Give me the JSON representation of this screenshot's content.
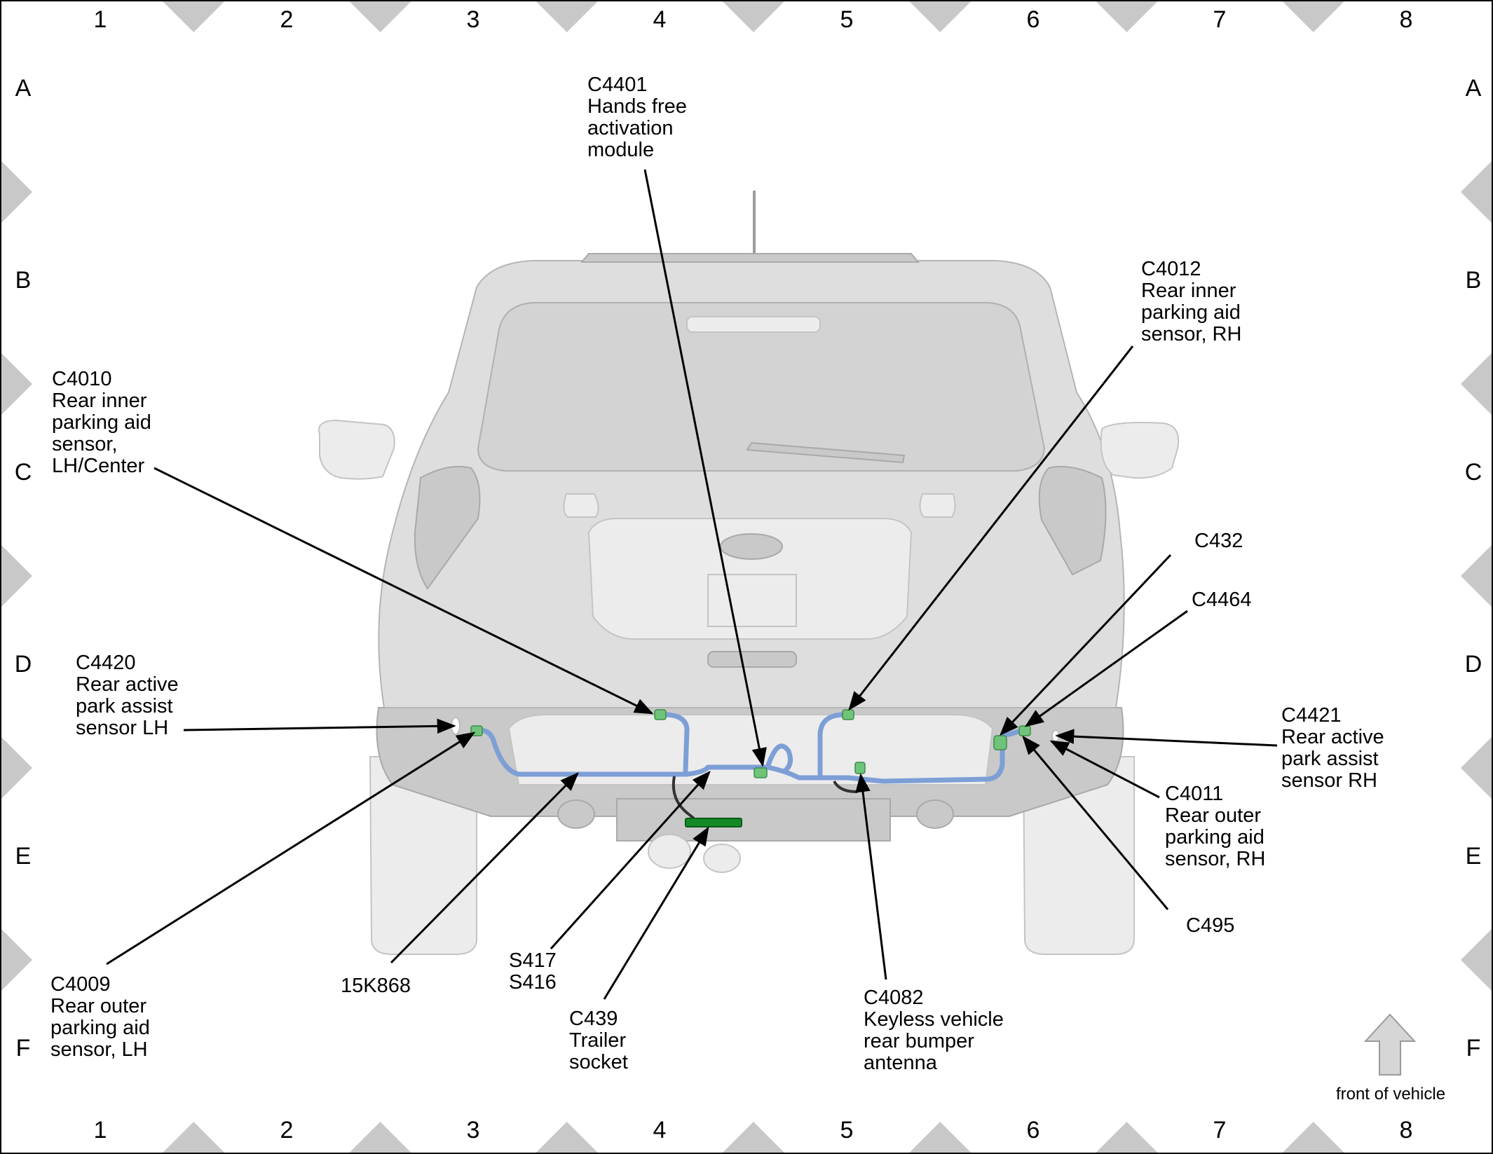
{
  "grid": {
    "columns": [
      "1",
      "2",
      "3",
      "4",
      "5",
      "6",
      "7",
      "8"
    ],
    "rows": [
      "A",
      "B",
      "C",
      "D",
      "E",
      "F"
    ]
  },
  "labels": {
    "c4401": [
      "C4401",
      "Hands free",
      "activation",
      "module"
    ],
    "c4012": [
      "C4012",
      "Rear inner",
      "parking aid",
      "sensor, RH"
    ],
    "c4010": [
      "C4010",
      "Rear inner",
      "parking aid",
      "sensor,",
      "LH/Center"
    ],
    "c432": [
      "C432"
    ],
    "c4464": [
      "C4464"
    ],
    "c4420": [
      "C4420",
      "Rear active",
      "park assist",
      "sensor LH"
    ],
    "c4421": [
      "C4421",
      "Rear active",
      "park assist",
      "sensor RH"
    ],
    "c4011": [
      "C4011",
      "Rear outer",
      "parking aid",
      "sensor, RH"
    ],
    "c495": [
      "C495"
    ],
    "c4009": [
      "C4009",
      "Rear outer",
      "parking aid",
      "sensor, LH"
    ],
    "k15k868": [
      "15K868"
    ],
    "s417": [
      "S417",
      "S416"
    ],
    "c439": [
      "C439",
      "Trailer",
      "socket"
    ],
    "c4082": [
      "C4082",
      "Keyless vehicle",
      "rear bumper",
      "antenna"
    ]
  },
  "front_indicator": {
    "label": "front of vehicle",
    "icon": "up-arrow-icon"
  },
  "colors": {
    "harness": "#7d9fd6",
    "connector": "#6fc47a",
    "trailer_connector": "#138a27"
  }
}
